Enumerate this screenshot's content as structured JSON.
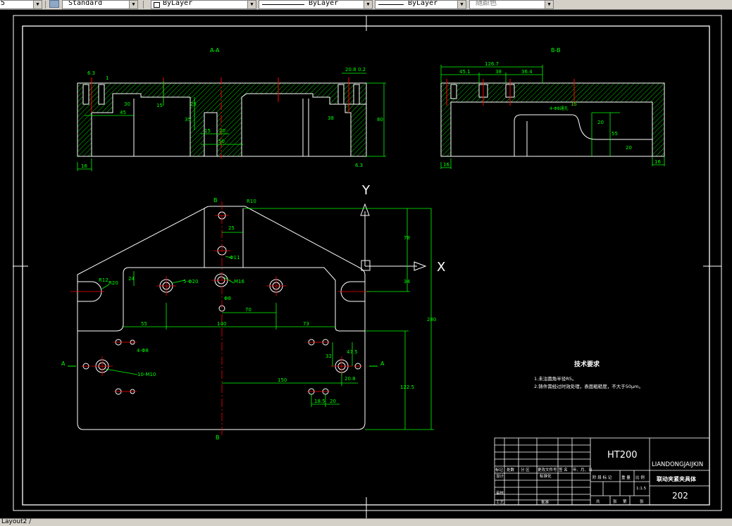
{
  "toolbar": {
    "layer_value": "5",
    "style_value": "Standard",
    "color_value": "ByLayer",
    "linetype_value": "ByLayer",
    "lineweight_value": "ByLayer",
    "plotstyle_value": "随颜色"
  },
  "status": {
    "layout_tab": "Layout2 /"
  },
  "drawing": {
    "section_aa": "A-A",
    "section_bb": "B-B",
    "axis_y": "Y",
    "axis_x": "X",
    "cut_b_top": "B",
    "cut_b_bottom": "B",
    "cut_a_left": "A",
    "cut_a_right": "A",
    "aa_dims": {
      "rough_63": "6.3",
      "d_1": "1",
      "d_30": "30",
      "d_45": "45",
      "d_15": "15",
      "d_25": "25",
      "d_35": "35",
      "d_15b": "15",
      "d_20": "20",
      "d_50": "50",
      "d_208": "20.8",
      "d_02": "0.2",
      "d_38": "38",
      "d_80": "80",
      "d_16": "16",
      "rough_63b": "6.3"
    },
    "bb_dims": {
      "d_1267": "126.7",
      "d_451": "45.1",
      "d_38": "38",
      "d_364": "36.4",
      "d_phi8": "4-Φ8通孔",
      "d_15": "15",
      "d_20": "20",
      "d_55": "55",
      "d_20b": "20",
      "d_16": "16",
      "d_16b": "16"
    },
    "plan_dims": {
      "r10": "R10",
      "d_25": "25",
      "phi11": "Φ11",
      "d_78": "78",
      "r12": "R12",
      "r20": "R20",
      "d_24": "24",
      "phi20": "5-Φ20",
      "m16": "M16",
      "d_34": "34",
      "phi8": "Φ8",
      "d_70": "70",
      "d_55": "55",
      "d_140": "140",
      "d_73": "73",
      "d_280": "280",
      "phi8b": "4-Φ8",
      "d_32": "32",
      "d_475": "47.5",
      "m10": "10-M10",
      "d_150": "150",
      "d_208": "20.8",
      "d_1225": "122.5",
      "d_185": "18.5",
      "d_20": "20"
    },
    "notes_title": "技术要求",
    "notes": [
      "1.未注圆角半径R5。",
      "2.铸件需经过时效处理，表面粗糙度，不大于50μm。"
    ]
  },
  "title_block": {
    "material": "HT200",
    "company": "LIANDONGJAIJKIN",
    "part_name": "联动夹紧夹具体",
    "drawing_no": "202",
    "scale": "1:1.5",
    "headers": [
      "标记",
      "处数",
      "分 区",
      "更改文件号",
      "签 名",
      "年、月、日"
    ],
    "label_design": "设计",
    "label_std": "标准化",
    "label_review": "审核",
    "label_process": "工艺",
    "label_approve": "批准",
    "stage_labels": [
      "阶 段 标 记",
      "重 量",
      "比 例"
    ],
    "bottom_labels": [
      "共",
      "张",
      "第",
      "张"
    ]
  },
  "colors": {
    "background": "#000000",
    "geometry": "#ffffff",
    "dimension": "#00ff00",
    "centerline": "#ff0000",
    "hatch": "#00ff00"
  }
}
